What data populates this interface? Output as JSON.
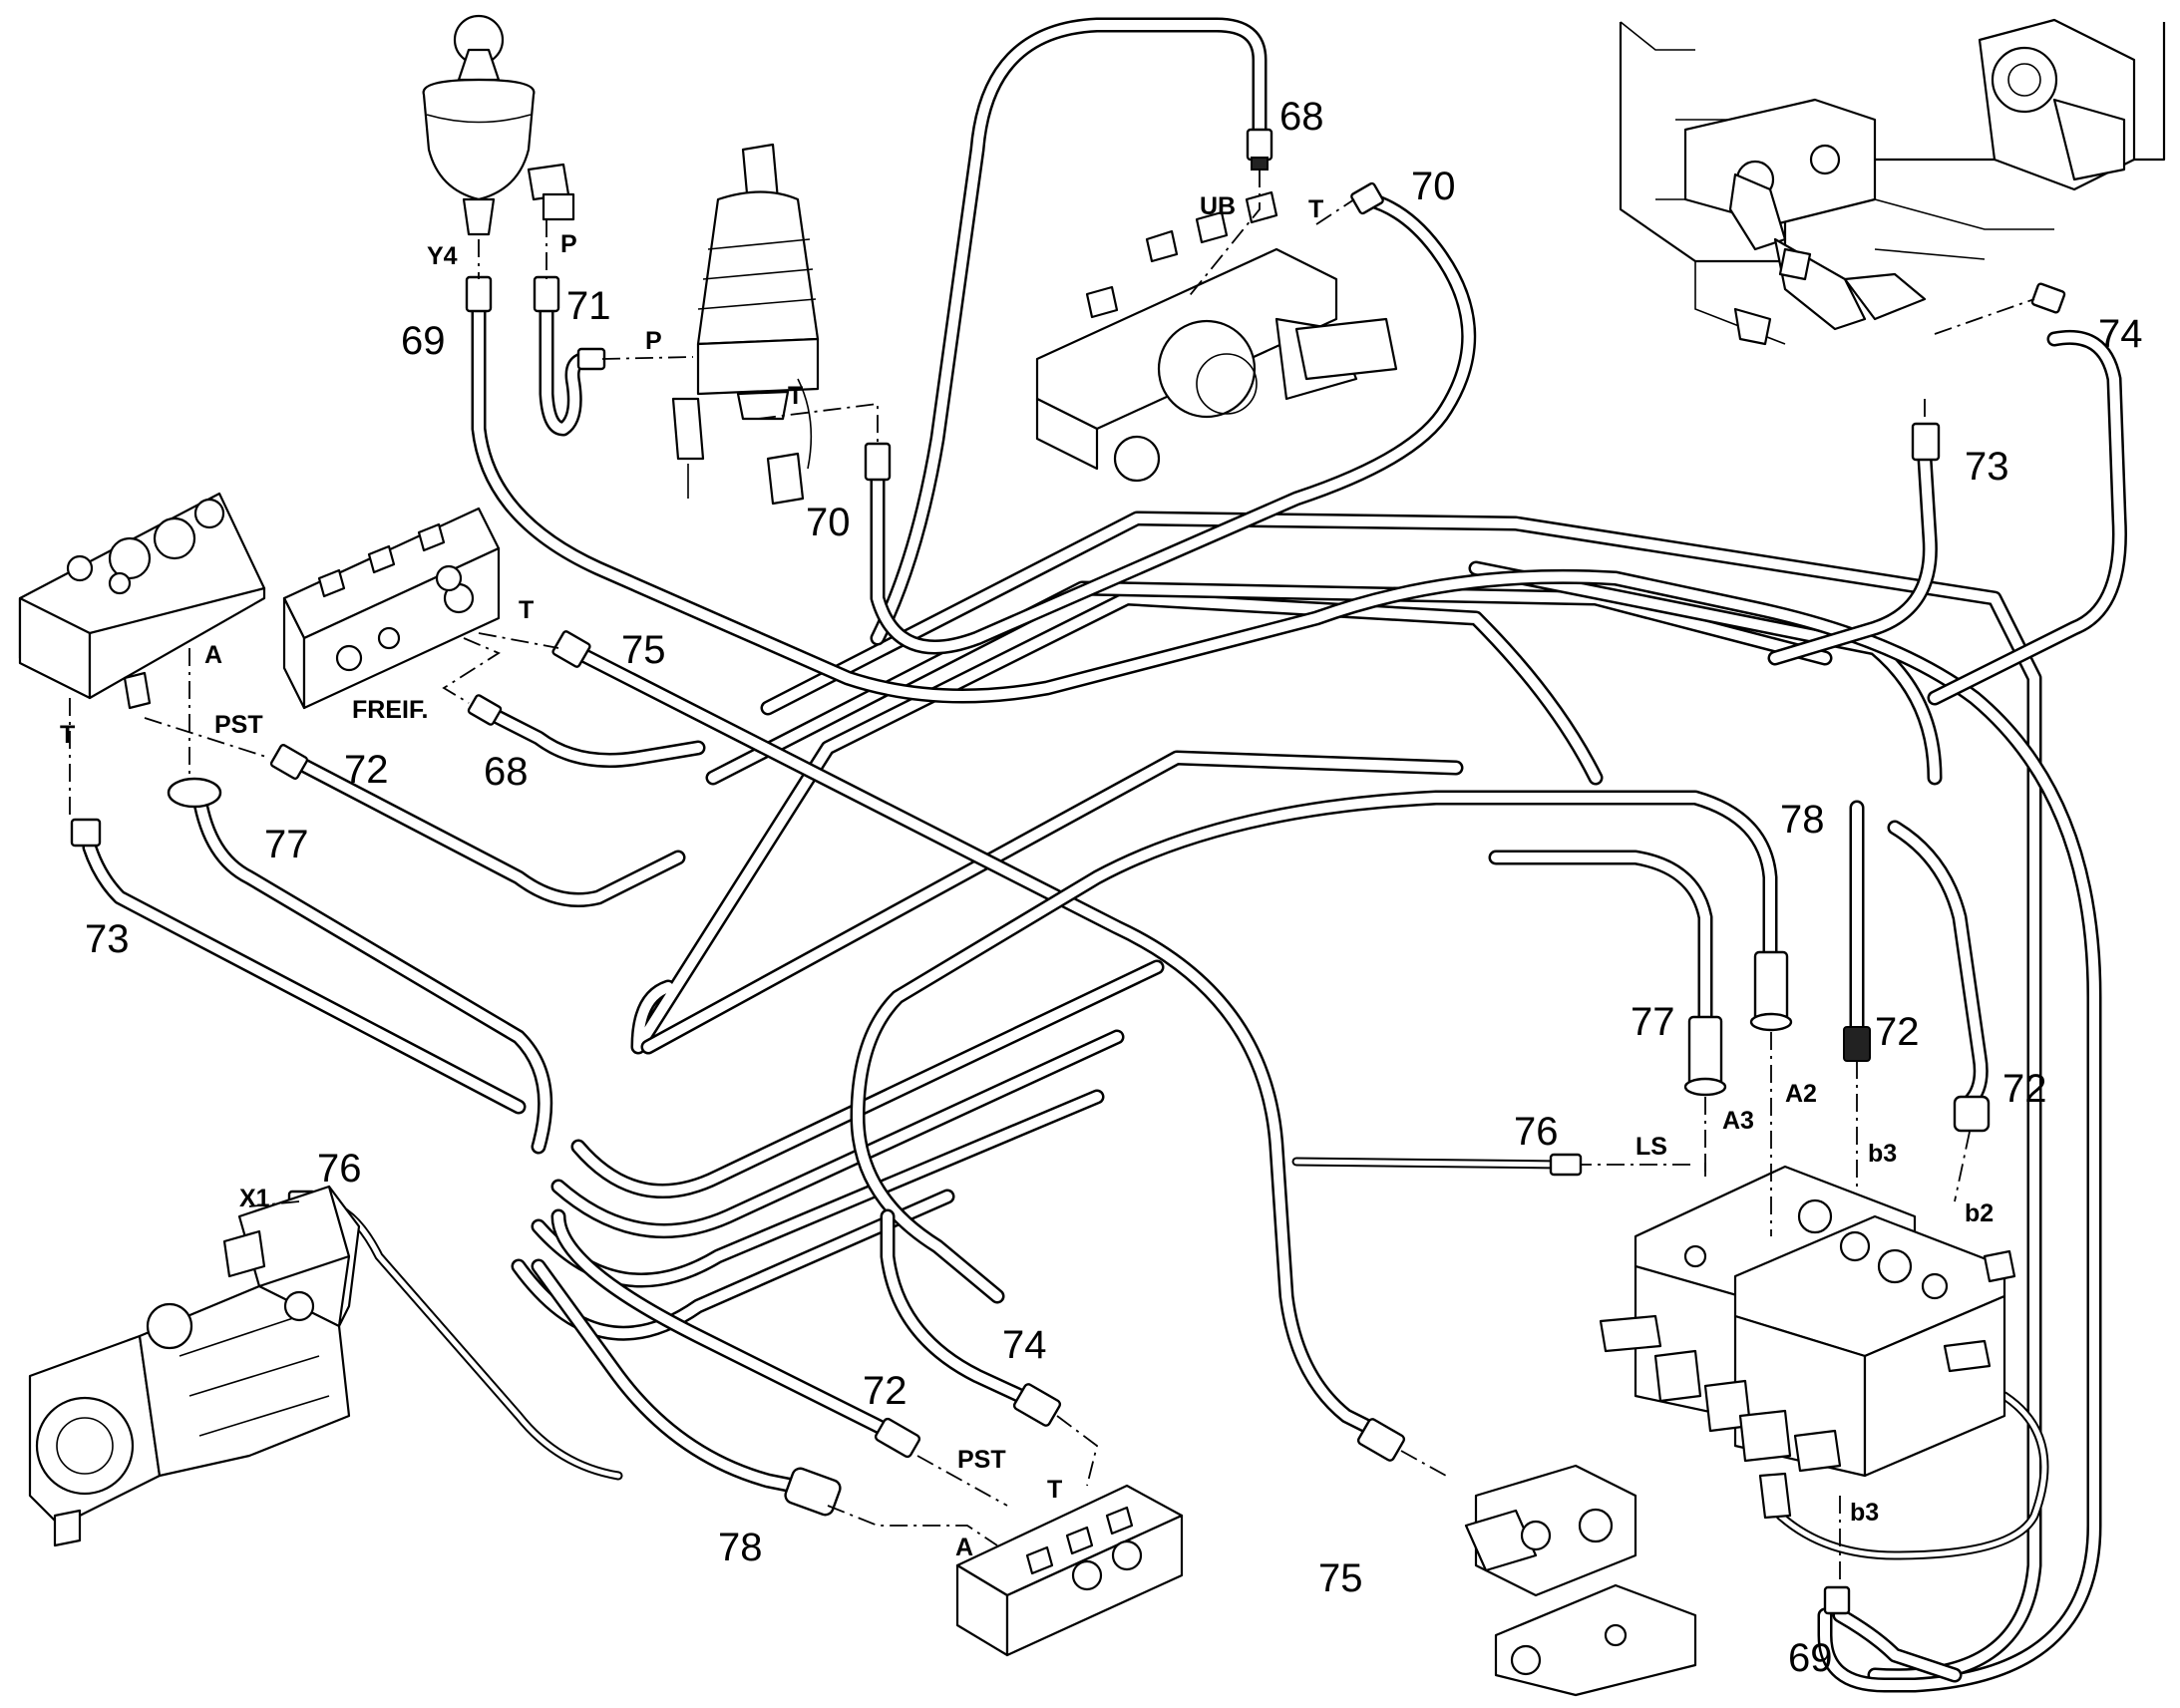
{
  "callouts": {
    "n68_top": "68",
    "n70_top": "70",
    "n69_left": "69",
    "n71": "71",
    "n70_mid": "70",
    "n74_right": "74",
    "n73_right": "73",
    "n75_top": "75",
    "n72_left": "72",
    "n68_bottom": "68",
    "n77_left": "77",
    "n73_left": "73",
    "n78_right": "78",
    "n77_right": "77",
    "n72_mid": "72",
    "n72_right": "72",
    "n76_mid": "76",
    "n76_left": "76",
    "n72_bottom": "72",
    "n74_bottom": "74",
    "n78_bottom": "78",
    "n75_bottom": "75",
    "n69_bottom": "69"
  },
  "ports": {
    "ub": "UB",
    "t_valve": "T",
    "y4": "Y4",
    "p_top": "P",
    "p_joystick": "P",
    "t_joystick": "T",
    "a_left": "A",
    "t_left": "T",
    "t_block": "T",
    "p_st_left": "PST",
    "freif": "FREIF.",
    "ls": "LS",
    "a3": "A3",
    "a2": "A2",
    "b3_top": "b3",
    "b2": "b2",
    "b3_bottom": "b3",
    "x1": "X1",
    "p_st_bottom": "PST",
    "t_bottom": "T",
    "a_bottom": "A"
  }
}
